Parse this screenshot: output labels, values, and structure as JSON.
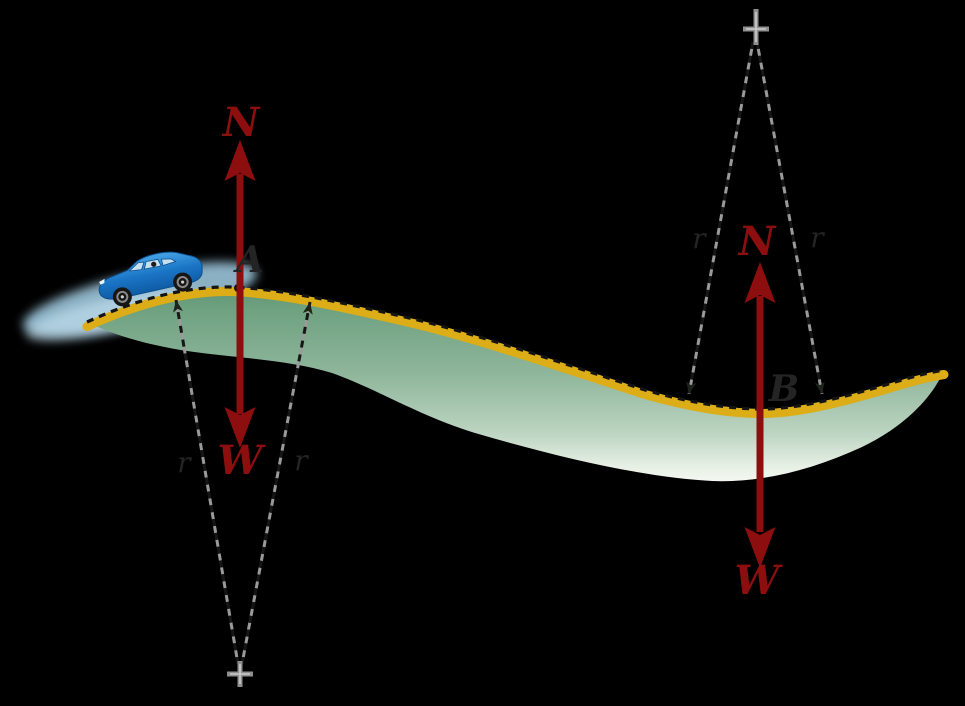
{
  "figure": {
    "background": "#000000",
    "colors": {
      "force_red": "#8C0E0E",
      "stripe_yellow": "#DCAD16",
      "road_green": "#7FA98E",
      "label_black": "#242424",
      "marker_gray": "#8F8F8F",
      "car_blue": "#1B76C6",
      "blur_blue": "#AEDCF4"
    },
    "point_a": {
      "label": "A",
      "normal": "N",
      "weight": "W",
      "radius_left": "r",
      "radius_right": "r"
    },
    "point_b": {
      "label": "B",
      "normal": "N",
      "weight": "W",
      "radius_left": "r",
      "radius_right": "r"
    }
  }
}
